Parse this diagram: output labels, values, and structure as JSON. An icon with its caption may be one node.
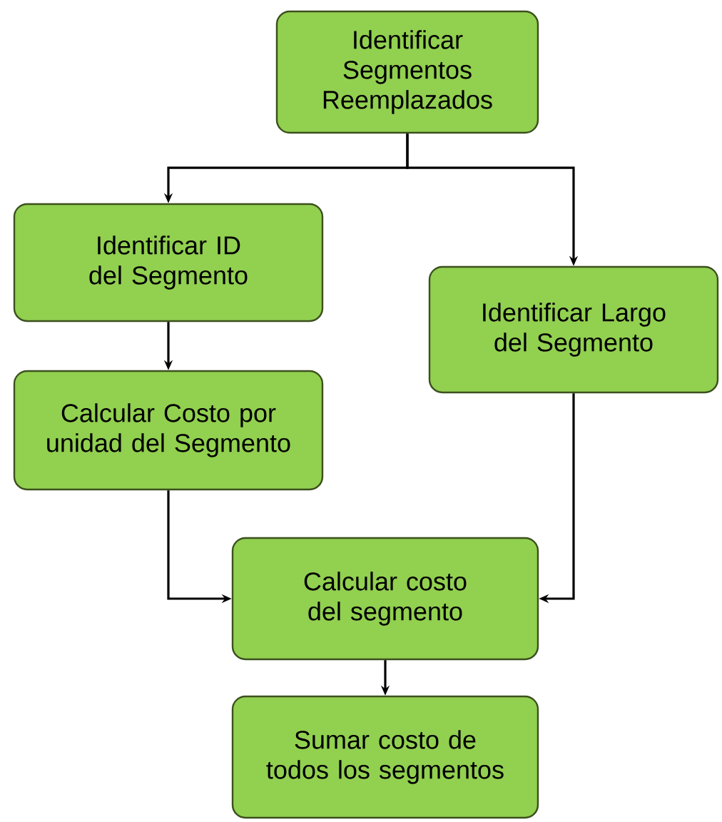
{
  "diagram": {
    "nodes": [
      {
        "text": [
          "Identificar Segmentos Reemplazados"
        ]
      },
      {
        "text": [
          "Identificar ID del Segmento"
        ]
      },
      {
        "text": [
          "Identificar Largo del Segmento"
        ]
      },
      {
        "text": [
          "Calcular Costo por unidad del Segmento"
        ]
      },
      {
        "text": [
          "Calcular costo del segmento"
        ]
      },
      {
        "text": [
          "Sumar costo de todos los segmentos"
        ]
      }
    ],
    "edges": [
      {
        "from": 0,
        "to": 1,
        "arrow": "to"
      },
      {
        "from": 0,
        "to": 2,
        "arrow": "to"
      },
      {
        "from": 1,
        "to": 3,
        "arrow": "to"
      },
      {
        "from": 3,
        "to": 4,
        "arrow": "to"
      },
      {
        "from": 2,
        "to": 4,
        "arrow": "to"
      },
      {
        "from": 4,
        "to": 5,
        "arrow": "to"
      }
    ]
  }
}
